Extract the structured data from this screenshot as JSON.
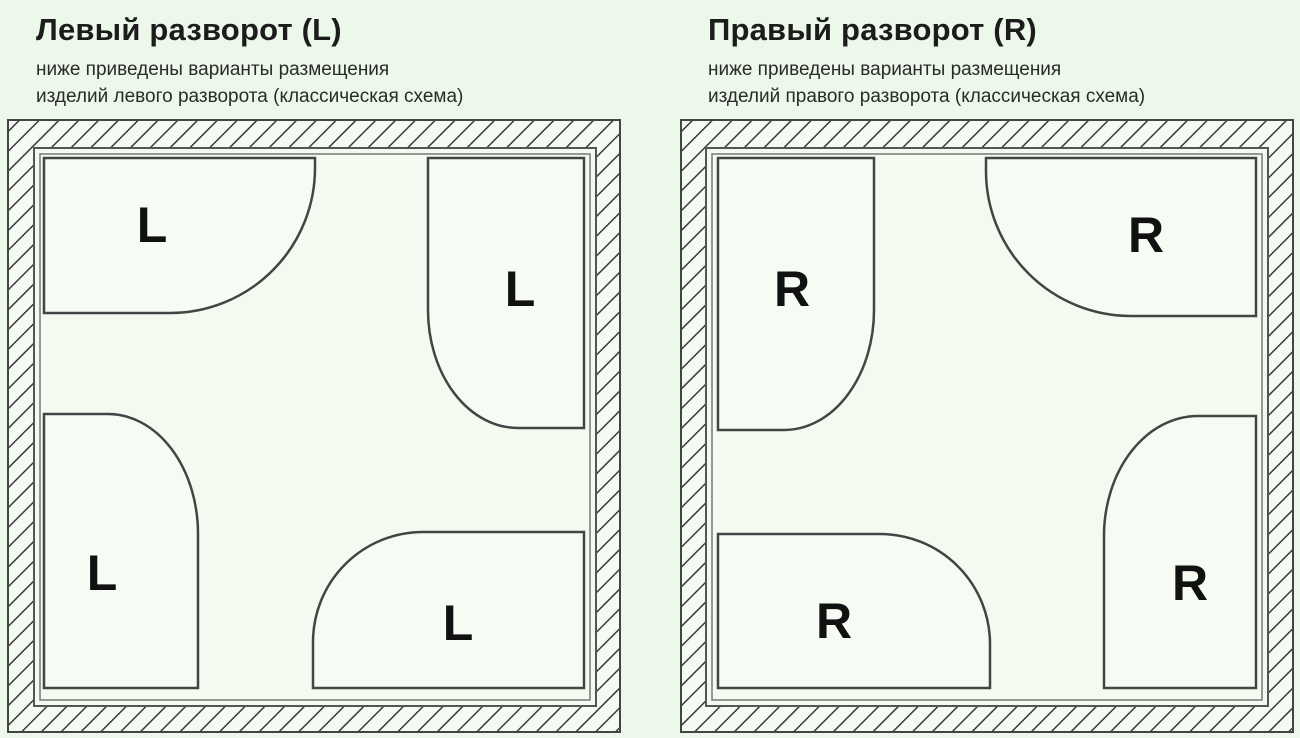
{
  "left_panel": {
    "title": "Левый разворот (L)",
    "subtitle_line1": "ниже приведены варианты размещения",
    "subtitle_line2": "изделий левого разворота (классическая схема)",
    "item_letter": "L"
  },
  "right_panel": {
    "title": "Правый разворот (R)",
    "subtitle_line1": "ниже приведены варианты размещения",
    "subtitle_line2": "изделий правого разворота (классическая схема)",
    "item_letter": "R"
  },
  "colors": {
    "background": "#ecf8ea",
    "hatch": "#3a3a3a",
    "outline": "#444444",
    "room_fill": "#f3fbf1"
  }
}
